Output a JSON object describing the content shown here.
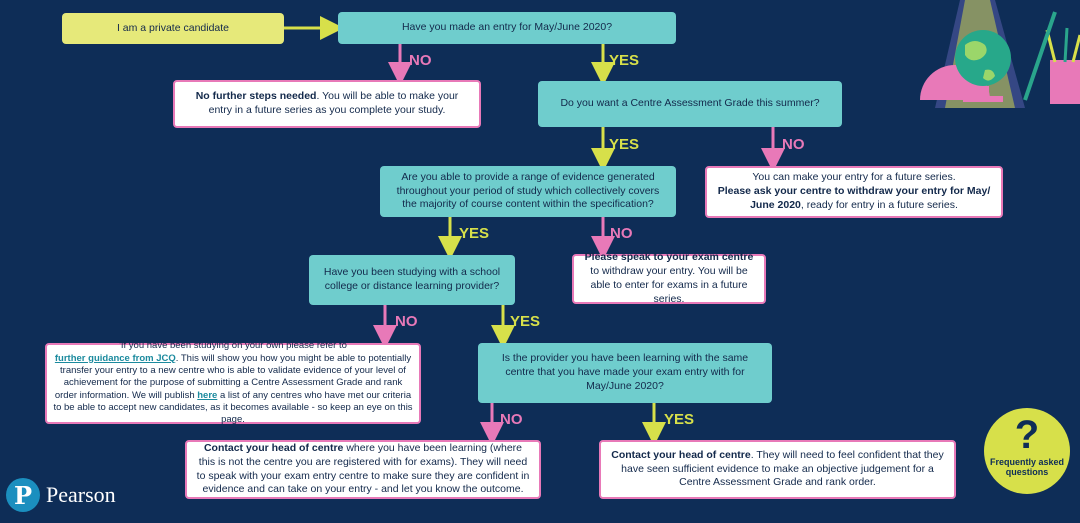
{
  "start": "I am a private candidate",
  "q1": "Have you made an entry for May/June 2020?",
  "a_no_entry": {
    "bold": "No further steps needed",
    "rest": ". You will be able to make your entry in a future series as you complete your study."
  },
  "q2": "Do you want a Centre Assessment Grade this summer?",
  "a_no_cag": {
    "line1": "You can make your entry for a future series.",
    "bold": "Please ask your centre to withdraw your entry for May/ June 2020",
    "rest": ", ready for entry in a future series."
  },
  "q3": "Are you able to provide a range of evidence generated throughout your period of study which collectively covers the majority of course content within the specification?",
  "a_no_evidence": {
    "bold": "Please speak to your exam centre",
    "rest": " to withdraw your entry. You will be able to enter for exams in a future series."
  },
  "q4": "Have you been studying with a school college or distance learning provider?",
  "a_own": {
    "p1": "'If you have been studying on your own please refer to",
    "link1": "further guidance from JCQ",
    "p2": ". This will show you how you might be able to potentially transfer your entry to a new centre who is able to validate evidence of your level of achievement for the purpose of submitting a Centre Assessment Grade and rank order information. We will publish",
    "link2": "here",
    "p3": "a list of any centres who have met our criteria to be able to accept new candidates, as it becomes available - so keep an eye on this page."
  },
  "q5": "Is the provider you have been learning with the same centre that you have made your exam entry with for May/June 2020?",
  "a_diff": {
    "bold": "Contact your head of centre",
    "rest": " where you have been learning (where this is not the centre you are registered with for exams). They will need to speak with your exam entry centre to make sure they are confident in evidence and can take on your entry - and let you know the outcome."
  },
  "a_same": {
    "bold": "Contact your head of centre",
    "rest": ". They will need to feel confident that they have seen sufficient evidence to make an objective judgement for a Centre Assessment Grade and rank order."
  },
  "labels": {
    "yes": "YES",
    "no": "NO"
  },
  "faq": {
    "symbol": "?",
    "text": "Frequently asked questions"
  },
  "logo": {
    "mark": "P",
    "word": "Pearson"
  },
  "colors": {
    "background": "#0e2d57",
    "teal": "#6fcdcd",
    "yellow": "#e6e97a",
    "pink": "#e879b8",
    "lime": "#d7e04a"
  }
}
